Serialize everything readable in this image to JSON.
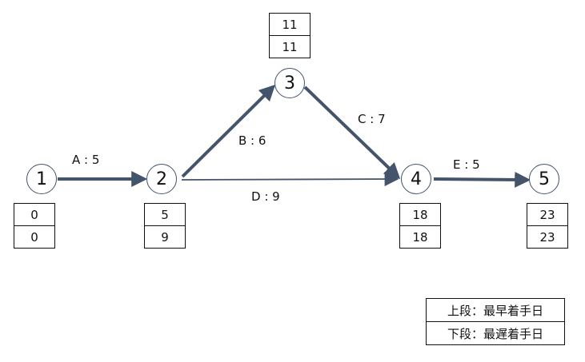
{
  "nodes": [
    {
      "id": "1",
      "earliest": "0",
      "latest": "0"
    },
    {
      "id": "2",
      "earliest": "5",
      "latest": "9"
    },
    {
      "id": "3",
      "earliest": "11",
      "latest": "11"
    },
    {
      "id": "4",
      "earliest": "18",
      "latest": "18"
    },
    {
      "id": "5",
      "earliest": "23",
      "latest": "23"
    }
  ],
  "activities": [
    {
      "label": "A : 5",
      "from": "1",
      "to": "2",
      "critical": true
    },
    {
      "label": "B : 6",
      "from": "2",
      "to": "3",
      "critical": true
    },
    {
      "label": "C : 7",
      "from": "3",
      "to": "4",
      "critical": true
    },
    {
      "label": "D : 9",
      "from": "2",
      "to": "4",
      "critical": false
    },
    {
      "label": "E : 5",
      "from": "4",
      "to": "5",
      "critical": true
    }
  ],
  "legend": {
    "upper": "上段：最早着手日",
    "lower": "下段：最遅着手日"
  },
  "colors": {
    "arrow": "#44546a",
    "node_border": "#44546a",
    "box_border": "#111111"
  }
}
